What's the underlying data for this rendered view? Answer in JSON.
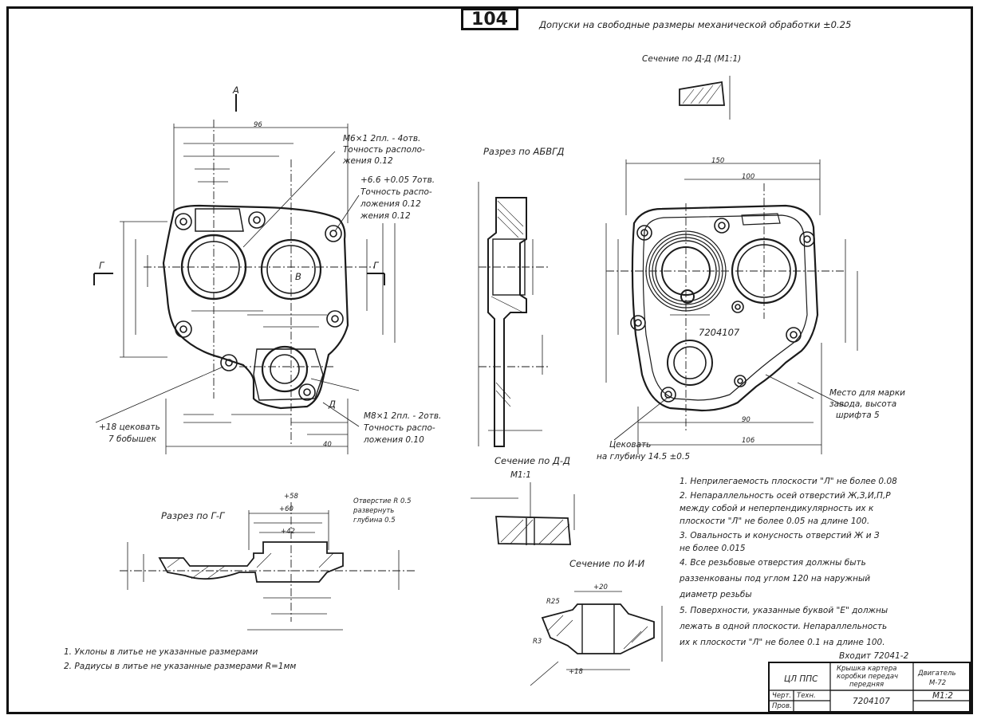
{
  "page_number": "104",
  "header_note": "Допуски на свободные размеры механической обработки ±0.25",
  "sections": {
    "section_dd_top": "Сечение по Д-Д (М1:1)",
    "section_abvgd": "Разрез по АБВГД",
    "section_gg": "Разрез по Г-Г",
    "section_dd_mid": "Сечение по Д-Д",
    "section_dd_scale": "М1:1",
    "section_ii": "Сечение по И-И"
  },
  "labels": {
    "cut_a": "А",
    "cut_g_left": "Г",
    "cut_g_right": "Г",
    "cut_d": "Д",
    "center_b": "В",
    "part_number_view": "7204107",
    "tsekovat_left_1": "+18 цековать",
    "tsekovat_left_2": "7 бобышек",
    "tsekovat_right_1": "Цековать",
    "tsekovat_right_2": "на глубину 14.5 ±0.5",
    "mark_place_1": "Место для марки",
    "mark_place_2": "завода, высота",
    "mark_place_3": "шрифта 5",
    "thread_m6_1": "М6×1 2пл. - 4отв.",
    "thread_m6_2": "Точность располо-",
    "thread_m6_3": "жения 0.12",
    "hole_66_1": "+6.6 +0.05 7отв.",
    "hole_66_2": "Точность распо-",
    "hole_66_3": "ложения 0.12",
    "hole_66_4": "жения 0.12",
    "thread_m8_1": "М8×1 2пл. - 2отв.",
    "thread_m8_2": "Точность распо-",
    "thread_m8_3": "ложения 0.10",
    "dim_150": "150",
    "dim_100": "100",
    "dim_40_right": "40",
    "dim_90": "90",
    "dim_96": "96",
    "dim_106": "106",
    "dim_58": "+58",
    "dim_60": "+60",
    "dim_42": "+42",
    "dim_20": "+20",
    "dim_18": "+18",
    "radius_bottom_1": "R25",
    "radius_bottom_2": "R3"
  },
  "gg_notes": {
    "note_1": "Отверстие R 0.5",
    "note_2": "развернуть",
    "note_3": "глубина 0.5"
  },
  "cast_notes": {
    "note_1": "1. Уклоны в литье не указанные размерами",
    "note_2": "2. Радиусы в литье не указанные размерами R=1мм"
  },
  "requirements": [
    "1. Неприлегаемость плоскости \"Л\" не более 0.08",
    "2. Непараллельность осей отверстий Ж,З,И,П,Р",
    "между собой и неперпендикулярность их к",
    "плоскости \"Л\" не более 0.05 на длине 100.",
    "3. Овальность и конусность отверстий Ж и З",
    "не более 0.015",
    "4. Все резьбовые отверстия должны быть",
    "раззенкованы под углом 120 на наружный",
    "диаметр резьбы",
    "5. Поверхности, указанные буквой \"Е\" должны",
    "лежать в одной плоскости. Непараллельность",
    "их к плоскости \"Л\" не более 0.1 на длине 100."
  ],
  "title_block": {
    "enters": "Входит  72041-2",
    "name_1": "Крышка картера",
    "name_2": "коробки передач",
    "name_3": "передняя",
    "org": "ЦЛ ППС",
    "product_1": "Двигатель",
    "product_2": "М-72",
    "drawn": "Черт.",
    "checked": "Пров.",
    "tech": "Техн.",
    "part_no": "7204107",
    "scale": "М1:2"
  }
}
